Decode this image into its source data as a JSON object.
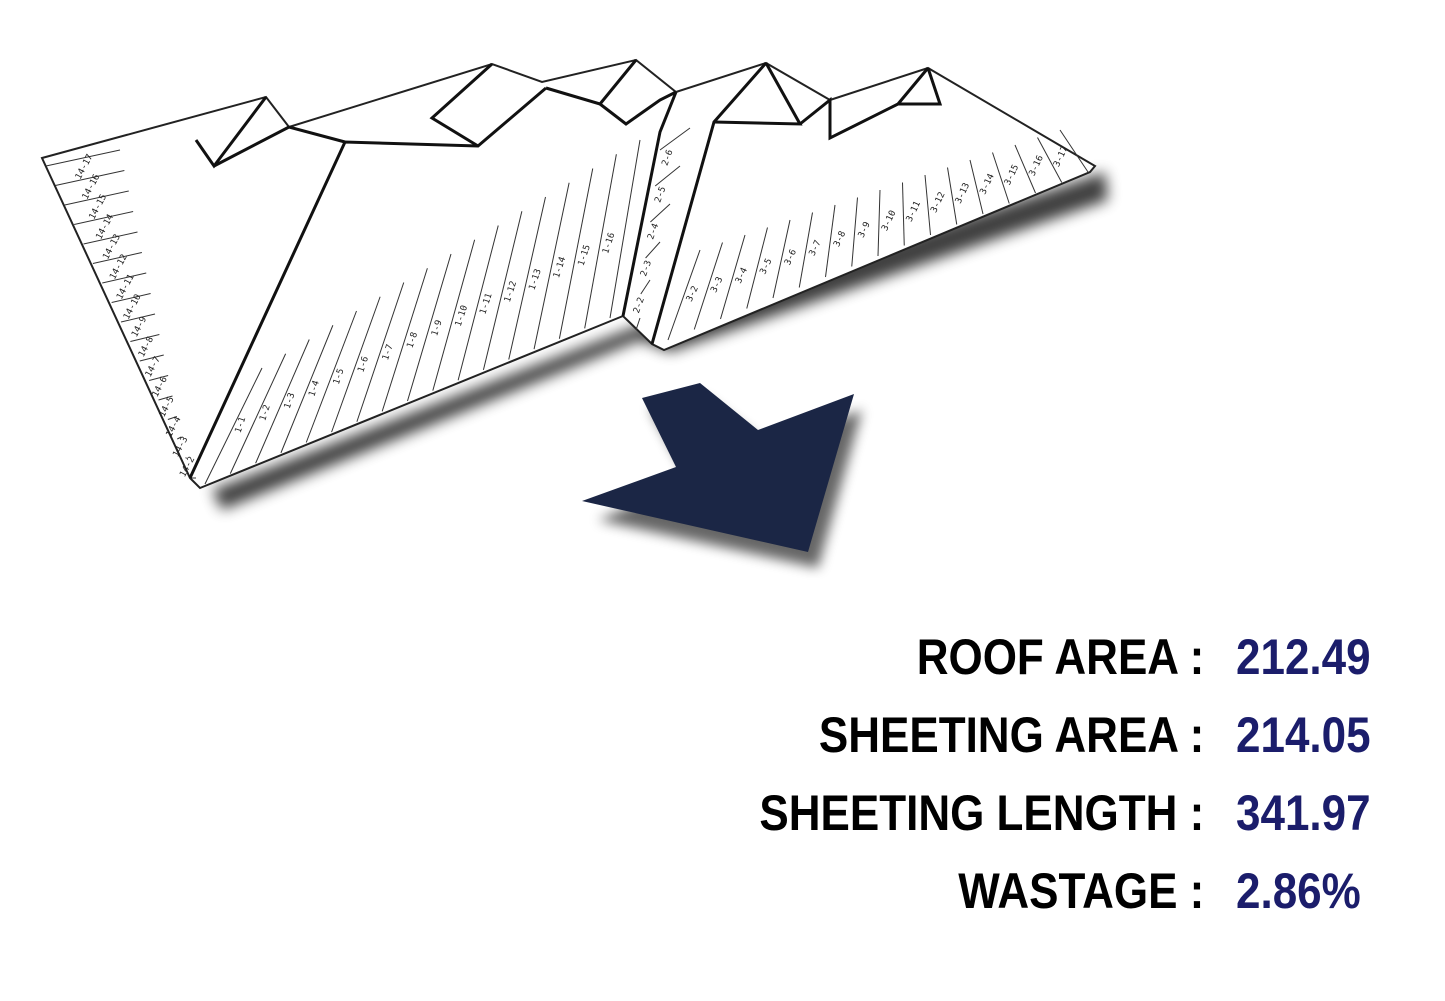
{
  "colors": {
    "arrow": "#1b2645",
    "value_text": "#1b1d6b",
    "label_text": "#000000",
    "roof_fill": "#ffffff",
    "roof_line": "#333333"
  },
  "icons": {
    "direction": "arrow-down-right-icon"
  },
  "sheet_labels": {
    "plane_14": [
      "14-2",
      "14-3",
      "14-4",
      "14-5",
      "14-6",
      "14-7",
      "14-8",
      "14-9",
      "14-10",
      "14-11",
      "14-12",
      "14-13",
      "14-14",
      "14-15",
      "14-16",
      "14-17"
    ],
    "plane_1": [
      "1-1",
      "1-2",
      "1-3",
      "1-4",
      "1-5",
      "1-6",
      "1-7",
      "1-8",
      "1-9",
      "1-10",
      "1-11",
      "1-12",
      "1-13",
      "1-14",
      "1-15",
      "1-16"
    ],
    "plane_2": [
      "2-2",
      "2-3",
      "2-4",
      "2-5",
      "2-6"
    ],
    "plane_3": [
      "3-2",
      "3-3",
      "3-4",
      "3-5",
      "3-6",
      "3-7",
      "3-8",
      "3-9",
      "3-10",
      "3-11",
      "3-12",
      "3-13",
      "3-14",
      "3-15",
      "3-16",
      "3-17"
    ]
  },
  "stats": [
    {
      "label": "ROOF AREA :",
      "value": "212.49"
    },
    {
      "label": "SHEETING AREA :",
      "value": "214.05"
    },
    {
      "label": "SHEETING LENGTH :",
      "value": "341.97"
    },
    {
      "label": "WASTAGE :",
      "value": "2.86%"
    }
  ]
}
